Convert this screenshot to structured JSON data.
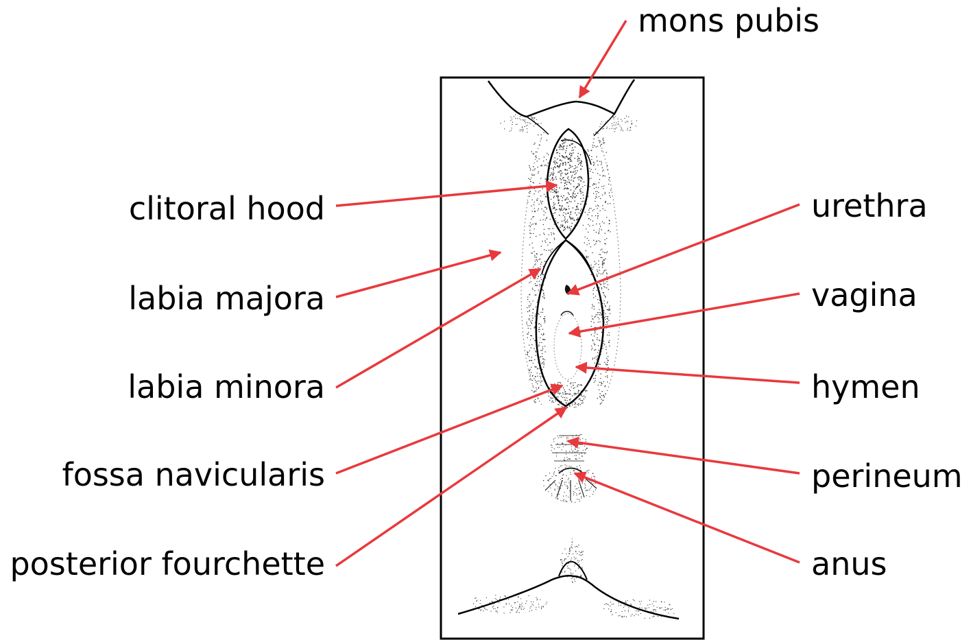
{
  "colors": {
    "leader_line": "#e8393d",
    "label_text": "#000000",
    "frame": "#000000"
  },
  "labels": {
    "mons_pubis": "mons pubis",
    "clitoral_hood": "clitoral hood",
    "labia_majora": "labia majora",
    "labia_minora": "labia minora",
    "fossa_navicularis": "fossa navicularis",
    "posterior_fourchette": "posterior fourchette",
    "urethra": "urethra",
    "vagina": "vagina",
    "hymen": "hymen",
    "perineum": "perineum",
    "anus": "anus"
  }
}
